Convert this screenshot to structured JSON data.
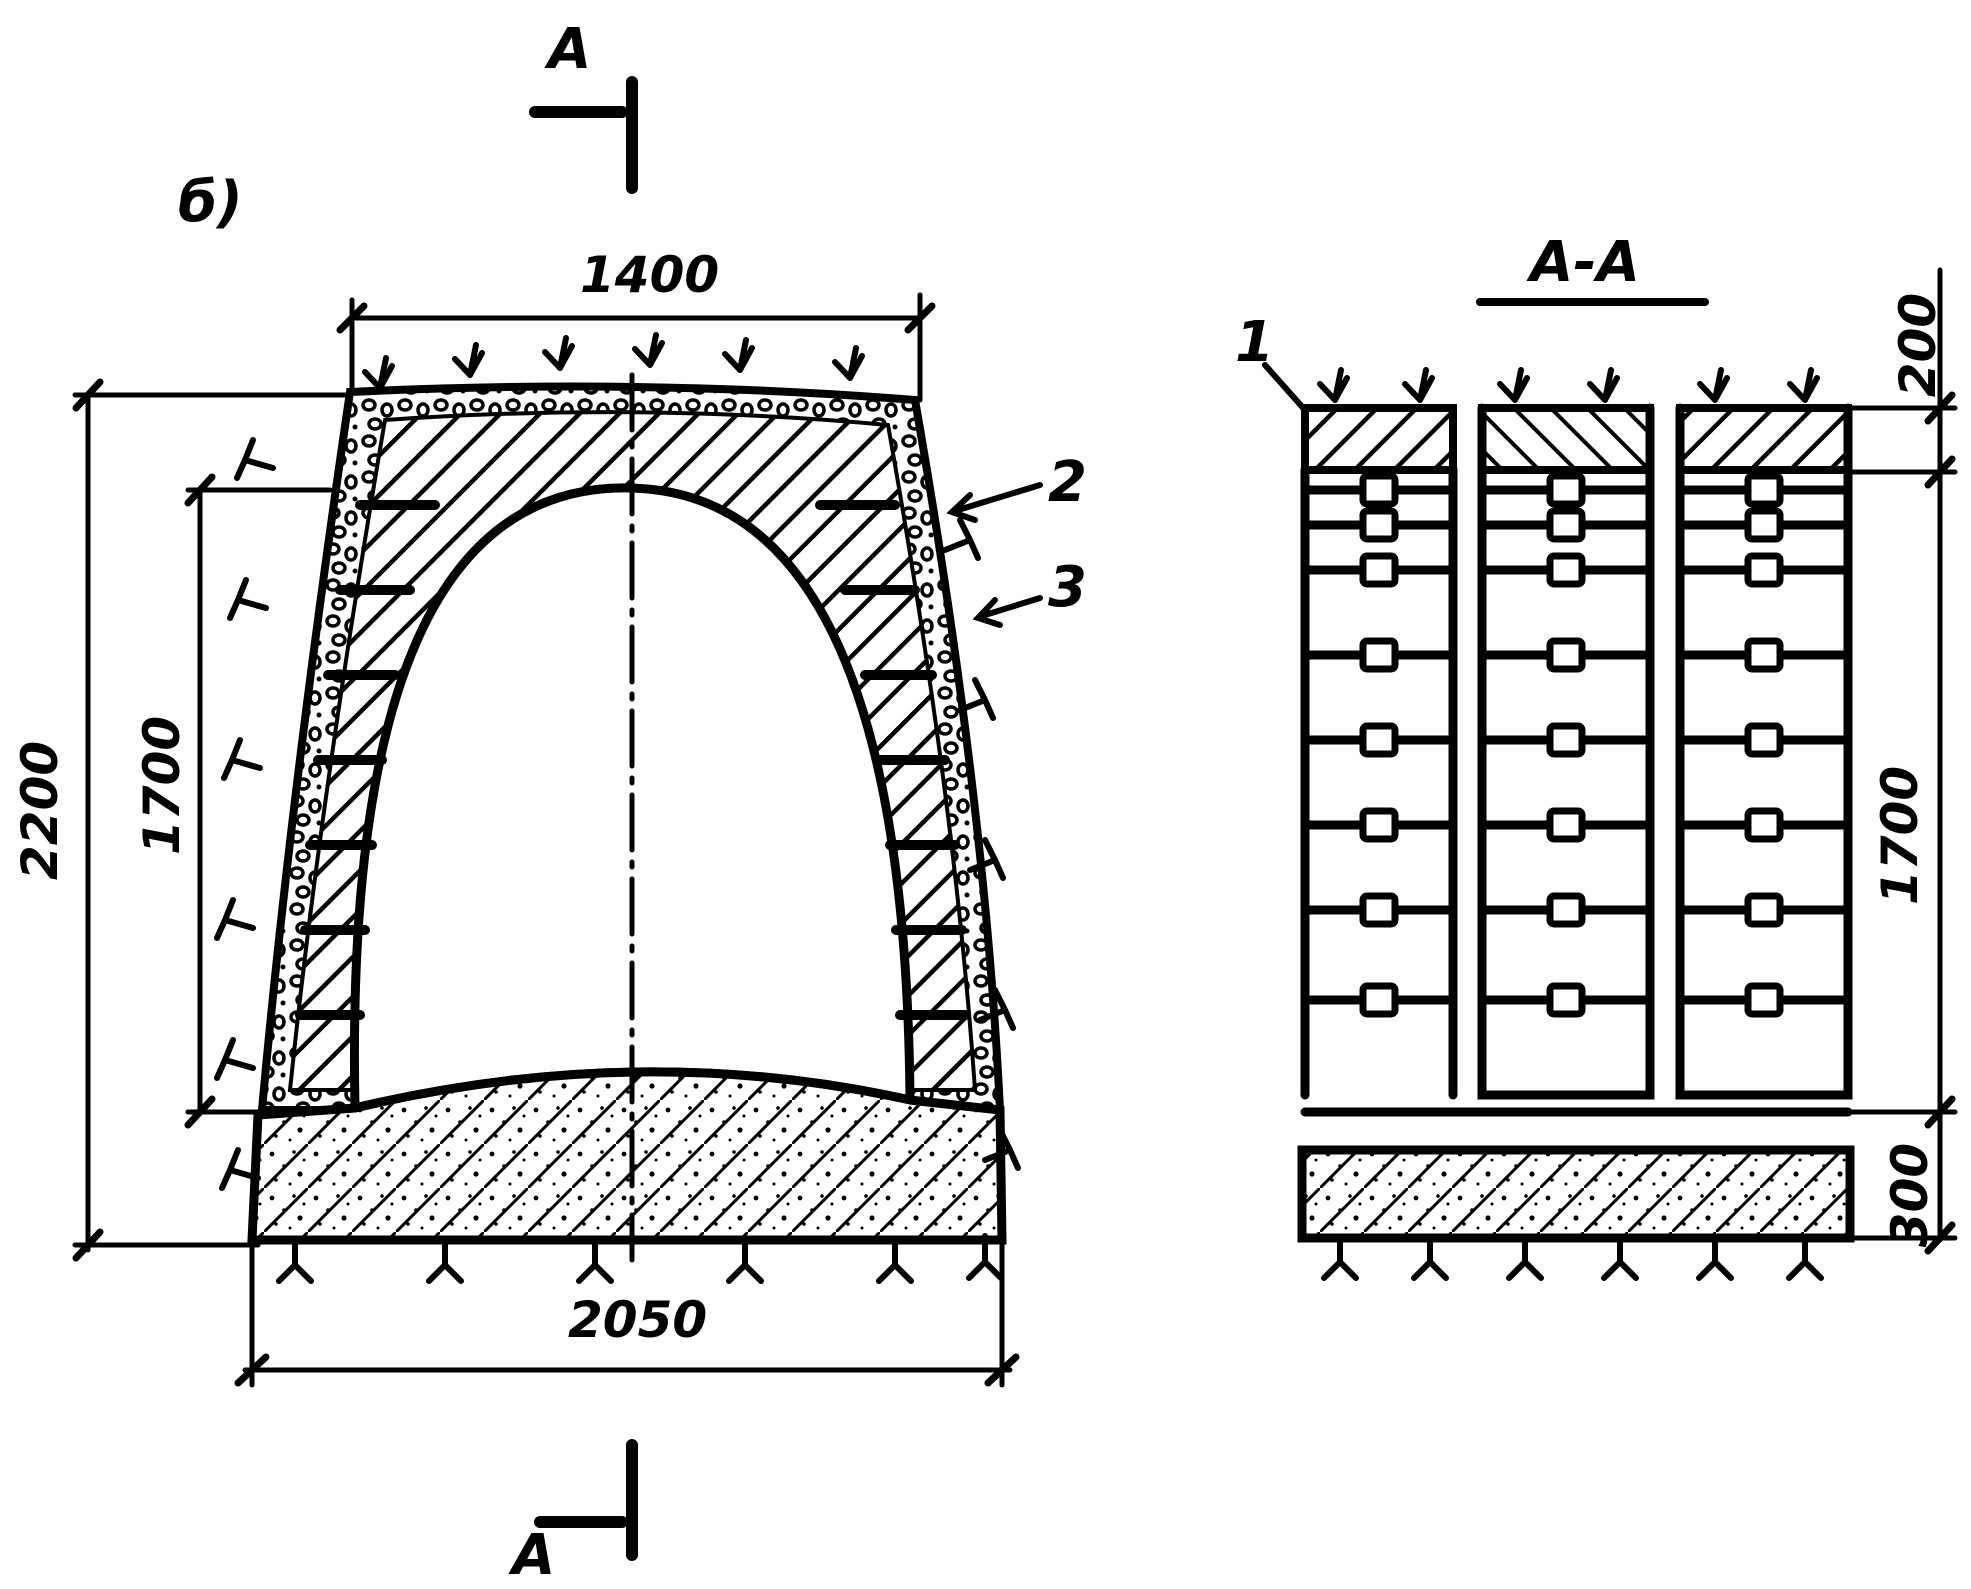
{
  "figure": {
    "panel_label": "б)",
    "section_marker_top": "А",
    "section_marker_bottom": "А",
    "section_title": "А-А"
  },
  "dimensions": {
    "top_width": "1400",
    "bottom_width": "2050",
    "total_height": "2200",
    "inner_height": "1700",
    "section_top_layer": "200",
    "section_height": "1700",
    "section_bottom_layer": "300"
  },
  "callouts": [
    "1",
    "2",
    "3"
  ]
}
